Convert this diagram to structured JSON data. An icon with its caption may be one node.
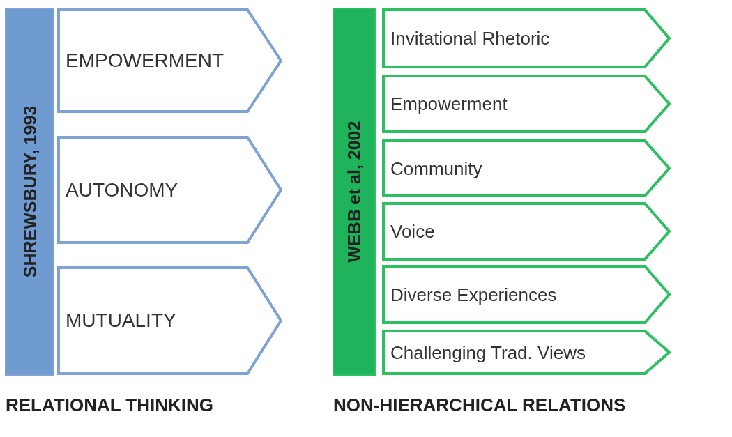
{
  "diagram": {
    "nodes": [
      {
        "text": [
          "SHREWSBURY, 1993"
        ]
      },
      {
        "text": [
          "EMPOWERMENT"
        ]
      },
      {
        "text": [
          "AUTONOMY"
        ]
      },
      {
        "text": [
          "MUTUALITY"
        ]
      },
      {
        "text": [
          "WEBB et al, 2002"
        ]
      },
      {
        "text": [
          "Invitational Rhetoric"
        ]
      },
      {
        "text": [
          "Empowerment"
        ]
      },
      {
        "text": [
          "Community"
        ]
      },
      {
        "text": [
          "Voice"
        ]
      },
      {
        "text": [
          "Diverse Experiences"
        ]
      },
      {
        "text": [
          "Challenging Trad. Views"
        ]
      }
    ],
    "labels": [
      "RELATIONAL THINKING",
      "NON-HIERARCHICAL RELATIONS"
    ]
  }
}
